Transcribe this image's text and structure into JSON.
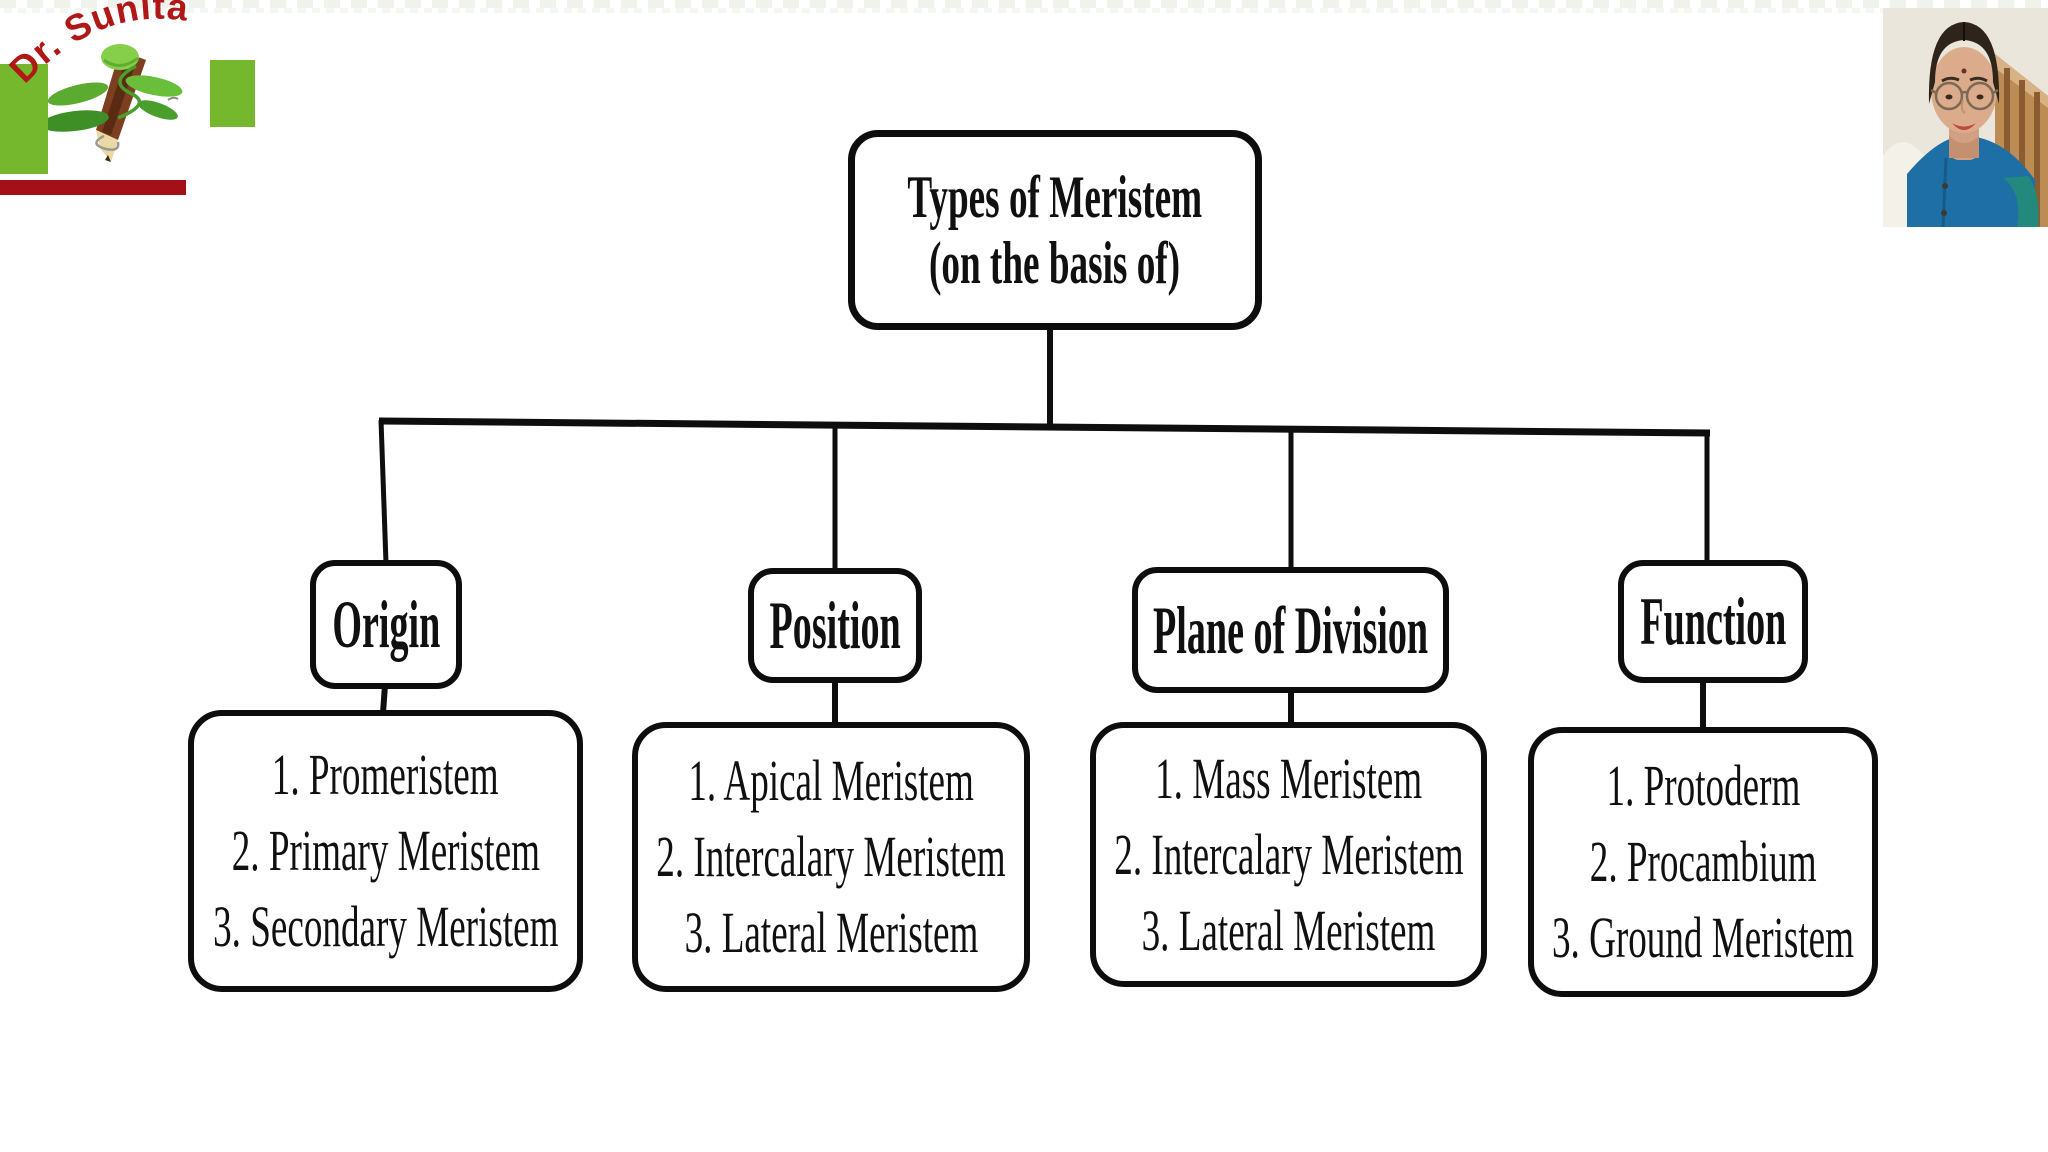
{
  "slide": {
    "background": "#ffffff",
    "ink_color": "#0d0d0d"
  },
  "branding": {
    "name": "Dr. Sunita",
    "name_color": "#b01818",
    "green_block_color": "#76b82d",
    "red_bar_color": "#a50f17",
    "plant_icon": "pencil-plant-icon"
  },
  "webcam": {
    "wall_color": "#eae6dc",
    "chair_color": "#bd8c55",
    "outfit_color": "#1e6fa5",
    "shawl_color": "#f4f1e8"
  },
  "diagram": {
    "root": {
      "title": "Types of Meristem",
      "subtitle": "(on the basis of)"
    },
    "branches": [
      {
        "label": "Origin",
        "items": [
          "1. Promeristem",
          "2. Primary Meristem",
          "3. Secondary Meristem"
        ]
      },
      {
        "label": "Position",
        "items": [
          "1. Apical Meristem",
          "2. Intercalary Meristem",
          "3. Lateral Meristem"
        ]
      },
      {
        "label": "Plane of Division",
        "items": [
          "1. Mass Meristem",
          "2. Intercalary Meristem",
          "3. Lateral Meristem"
        ]
      },
      {
        "label": "Function",
        "items": [
          "1. Protoderm",
          "2. Procambium",
          "3. Ground Meristem"
        ]
      }
    ]
  }
}
